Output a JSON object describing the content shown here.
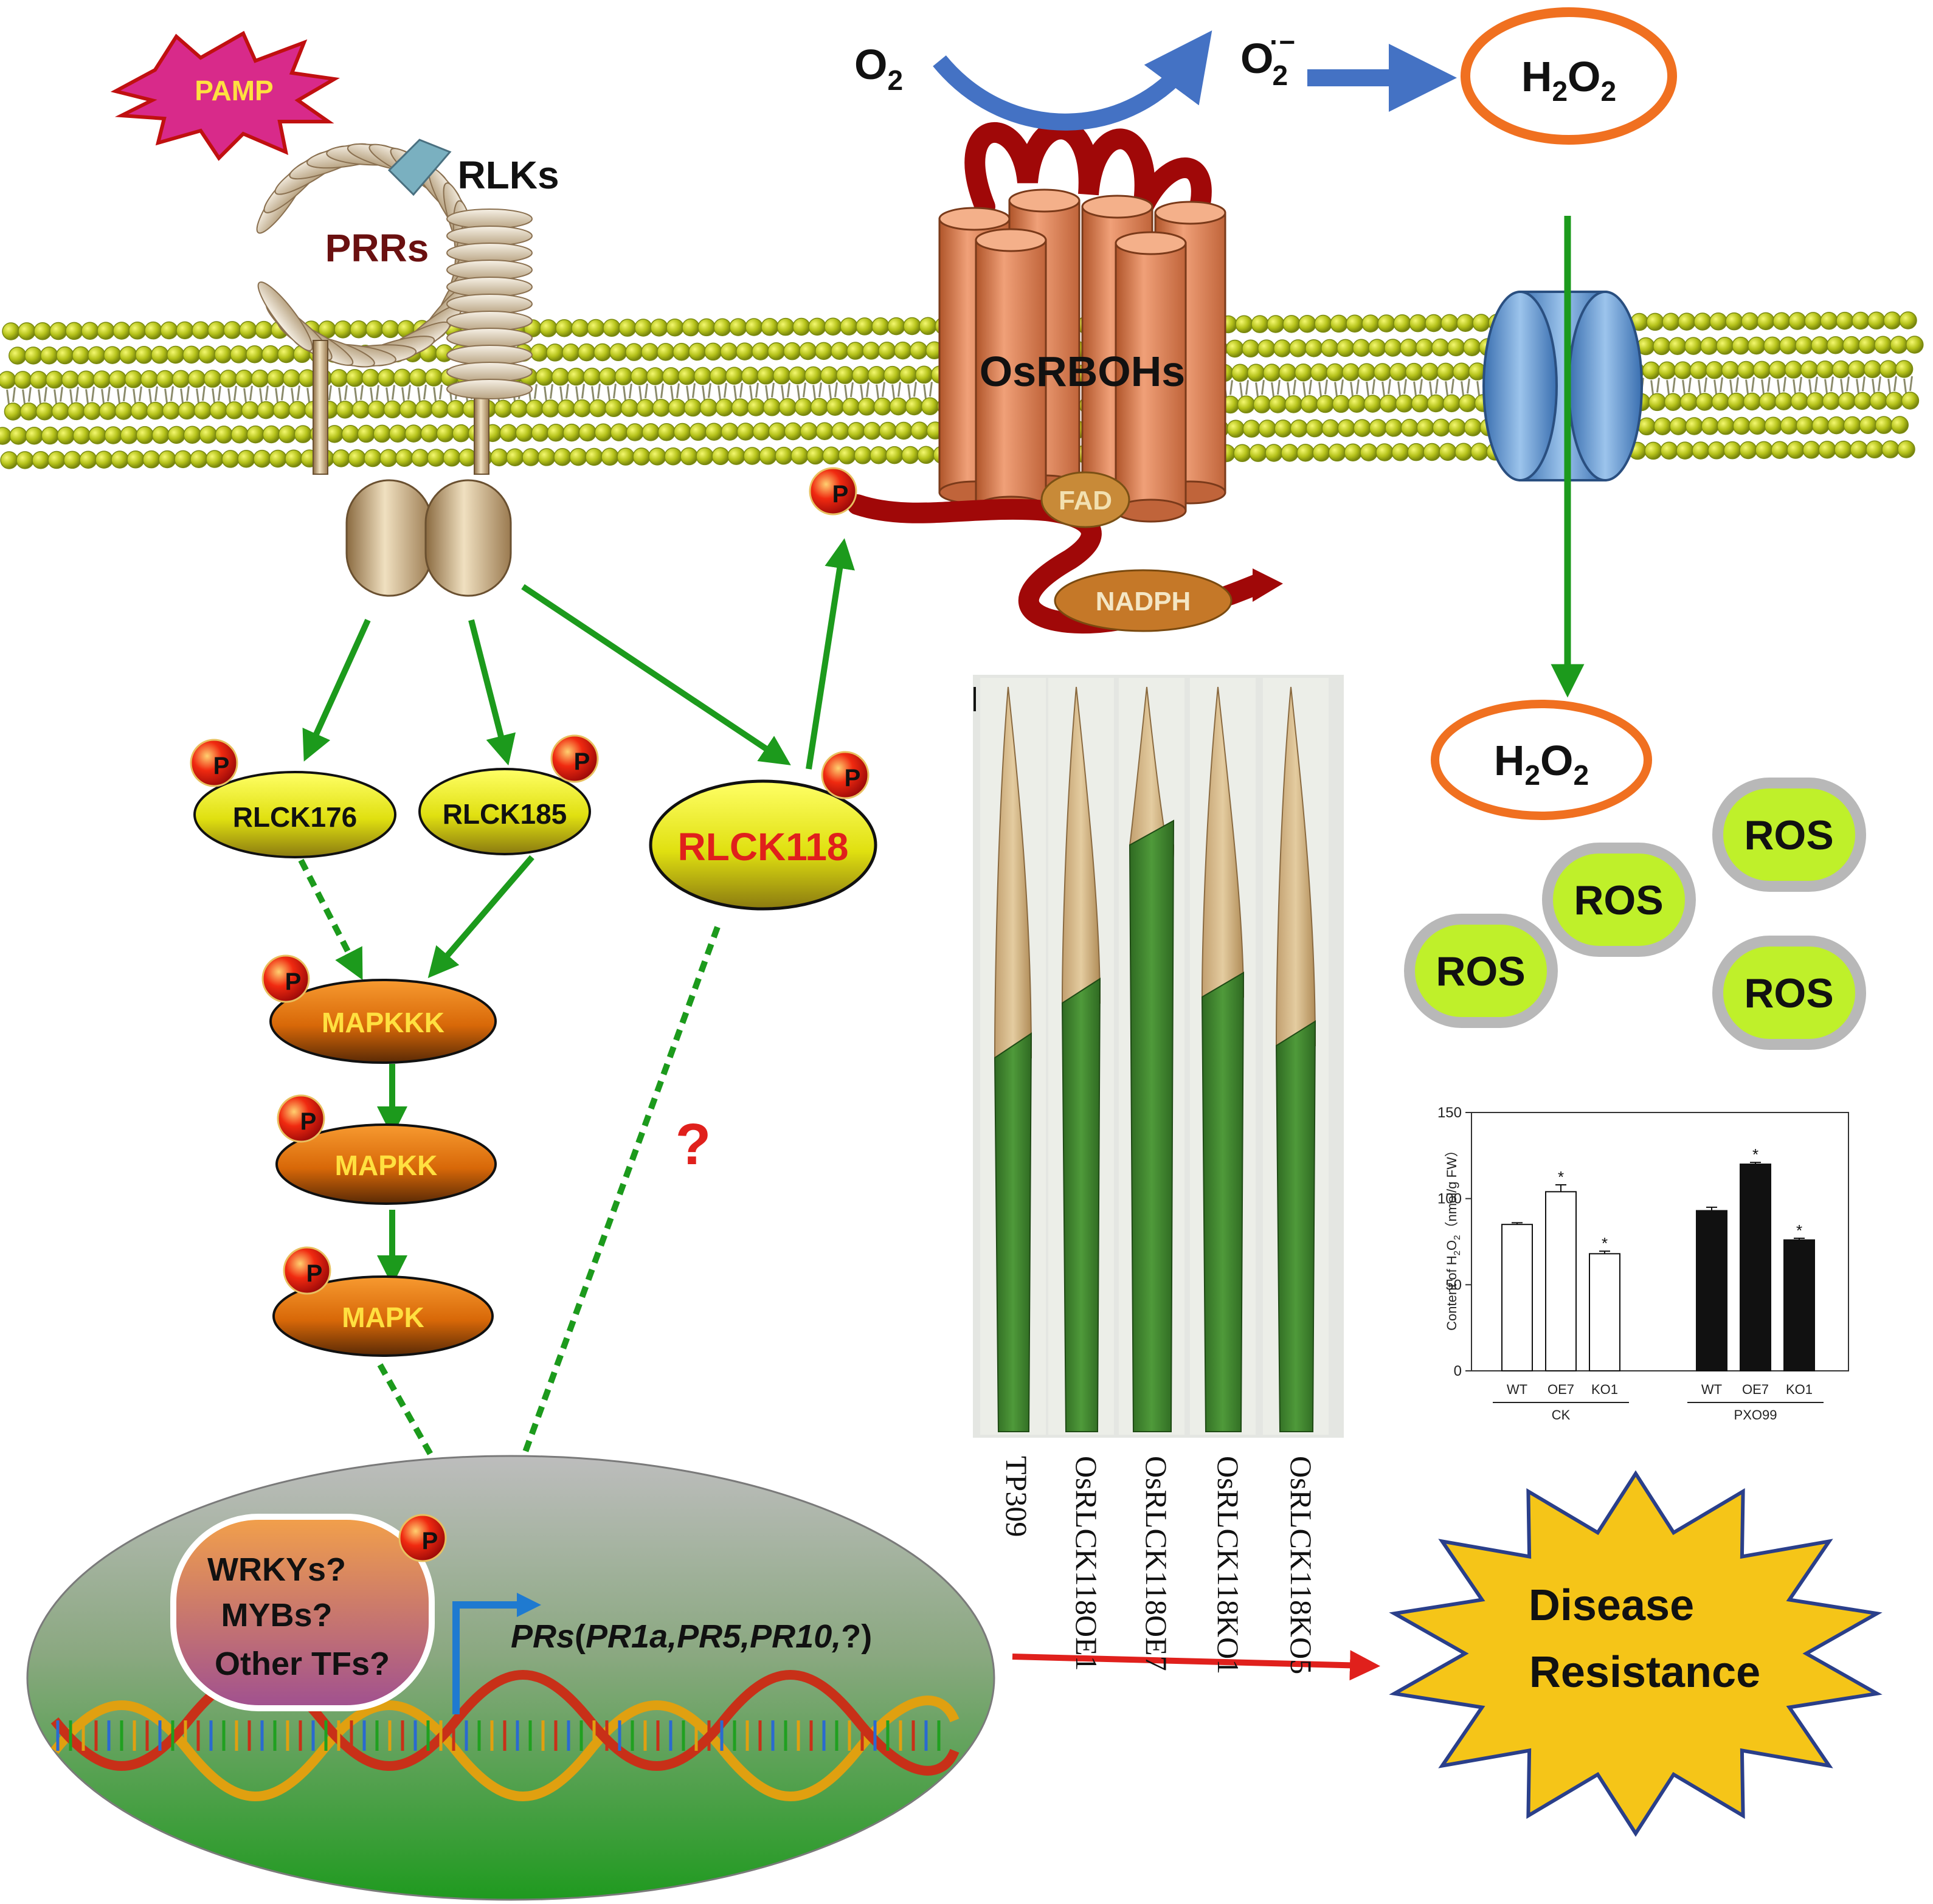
{
  "colors": {
    "arrow": "#1c9a1c",
    "arrow_red": "#e0201c",
    "arrow_blue": "#4472c4",
    "membrane_head": "#b5c21a",
    "h2o2_ring": "#f07020",
    "mapk_kinase": "#e07010",
    "rlck": "#e0e010",
    "phospho": "#e01a10",
    "ros_fill": "#bff02a",
    "question": "#e0201c",
    "rbohs": "#e0855a",
    "tail": "#a00808",
    "starburst": "#f5c518"
  },
  "receptors": {
    "pamp": "PAMP",
    "prrs": "PRRs",
    "rlks": "RLKs"
  },
  "kinases": {
    "rlck176": "RLCK176",
    "rlck185": "RLCK185",
    "rlck118": "RLCK118",
    "mapkkk": "MAPKKK",
    "mapkk": "MAPKK",
    "mapk": "MAPK",
    "phospho_label": "P"
  },
  "rboh": {
    "name": "OsRBOHs",
    "fad": "FAD",
    "nadph": "NADPH",
    "o2_base": "O",
    "o2_sub": "2",
    "superoxide_base": "O",
    "superoxide_sub": "2",
    "superoxide_sup": "·−",
    "h2o2_h": "H",
    "h2o2_sub1": "2",
    "h2o2_o": "O",
    "h2o2_sub2": "2"
  },
  "ros": {
    "label": "ROS",
    "count": 4
  },
  "question_mark": "?",
  "nucleus": {
    "tf_line1": "WRKYs?",
    "tf_line2": "MYBs?",
    "tf_line3": "Other TFs?",
    "genes_prefix": "PRs",
    "genes_open": "(",
    "genes_list": "PR1a,PR5,PR10,",
    "genes_tail": "?)"
  },
  "leaves": {
    "labels": [
      "TP309",
      "OsRLCK118OE1",
      "OsRLCK118OE7",
      "OsRLCK118KO1",
      "OsRLCK118KO5"
    ]
  },
  "outcome": {
    "line1": "Disease",
    "line2": "Resistance"
  },
  "chart_data": {
    "type": "bar",
    "ylabel_prefix": "Content of H",
    "ylabel_sub": "2",
    "ylabel_mid": "O",
    "ylabel_sub2": "2",
    "ylabel_unit": "（nmol/g FW）",
    "ylim": [
      0,
      150
    ],
    "yticks": [
      0,
      50,
      100,
      150
    ],
    "groups": [
      {
        "name": "CK",
        "fill": "#ffffff",
        "bars": [
          {
            "category": "WT",
            "value": 85,
            "err": 1,
            "sig": ""
          },
          {
            "category": "OE7",
            "value": 104,
            "err": 4,
            "sig": "*"
          },
          {
            "category": "KO1",
            "value": 68,
            "err": 1.5,
            "sig": "*"
          }
        ]
      },
      {
        "name": "PXO99",
        "fill": "#111111",
        "bars": [
          {
            "category": "WT",
            "value": 93,
            "err": 2,
            "sig": ""
          },
          {
            "category": "OE7",
            "value": 120,
            "err": 1,
            "sig": "*"
          },
          {
            "category": "KO1",
            "value": 76,
            "err": 1,
            "sig": "*"
          }
        ]
      }
    ]
  }
}
